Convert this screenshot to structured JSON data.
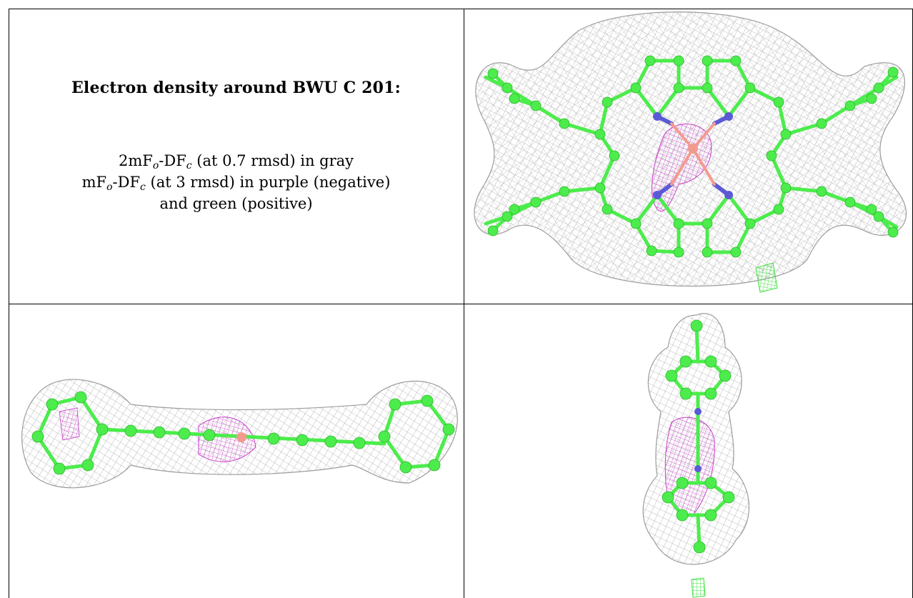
{
  "panel_text": {
    "title": "Electron density around BWU C 201:",
    "line1": {
      "pre": "2mF",
      "sub1": "o",
      "mid": "-DF",
      "sub2": "c",
      "post": " (at 0.7 rmsd) in gray"
    },
    "line2": {
      "pre": "mF",
      "sub1": "o",
      "mid": "-DF",
      "sub2": "c",
      "post": " (at 3 rmsd) in purple (negative)"
    },
    "line3": "and green (positive)"
  },
  "colors": {
    "mesh_gray": "#a8a8a8",
    "carbon_green": "#4cec4c",
    "nitrogen_blue": "#5a5ad6",
    "negative_purple": "#c83cc8",
    "metal_pink": "#f39a8e",
    "positive_green": "#3ee03e"
  },
  "images": [
    {
      "id": "top-view",
      "subject": "porphyrin ring with four phenyl groups, face view"
    },
    {
      "id": "side-view",
      "subject": "molecule edge-on view"
    },
    {
      "id": "end-view",
      "subject": "molecule end-on view"
    }
  ]
}
